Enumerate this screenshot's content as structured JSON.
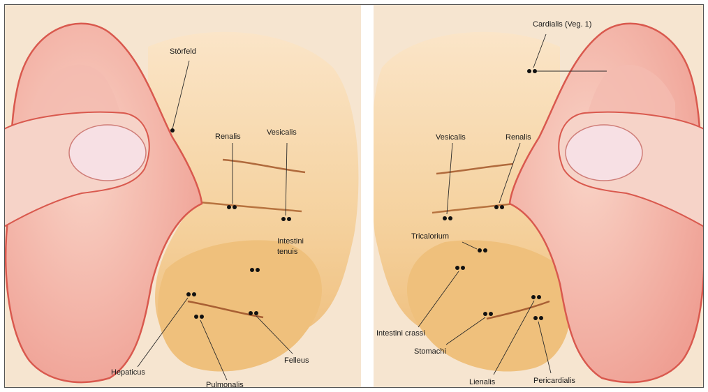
{
  "panels": {
    "left": {
      "labels": {
        "storfeld": "Störfeld",
        "renalis": "Renalis",
        "vesicalis": "Vesicalis",
        "intestini_tenuis_line1": "Intestini",
        "intestini_tenuis_line2": "tenuis",
        "hepaticus": "Hepaticus",
        "pulmonalis": "Pulmonalis",
        "felleus": "Felleus"
      }
    },
    "right": {
      "labels": {
        "cardialis": "Cardialis (Veg. 1)",
        "vesicalis": "Vesicalis",
        "renalis": "Renalis",
        "tricalorium": "Tricalorium",
        "intestini_crassi": "Intestini crassi",
        "stomachi": "Stomachi",
        "lienalis": "Lienalis",
        "pericardialis": "Pericardialis"
      }
    }
  },
  "colors": {
    "skin_light": "#fbe3c4",
    "skin_tan": "#f2c98e",
    "ear_pink": "#f3b3a8",
    "ear_outline": "#d9594e",
    "background_beige": "#f6e6d2"
  }
}
